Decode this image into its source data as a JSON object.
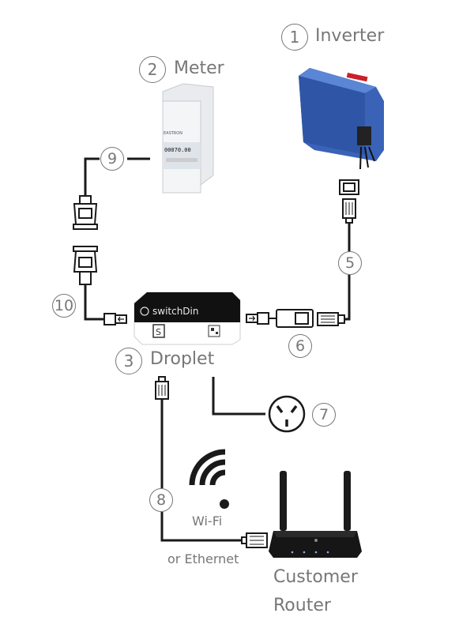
{
  "components": {
    "inverter": {
      "num": "1",
      "label": "Inverter"
    },
    "meter": {
      "num": "2",
      "label": "Meter",
      "brand_text": "EASTRON",
      "display_text": "00070.00"
    },
    "droplet": {
      "num": "3",
      "label": "Droplet",
      "brand_text": "switchDin"
    },
    "router": {
      "label_line1": "Customer",
      "label_line2": "Router"
    }
  },
  "connections": {
    "c5": "5",
    "c6": "6",
    "c7": "7",
    "c8": "8",
    "c9": "9",
    "c10": "10"
  },
  "network": {
    "wifi_label": "Wi-Fi",
    "ethernet_label": "or Ethernet"
  },
  "colors": {
    "inverter_blue": "#3a63b8",
    "line": "#1a1a1a",
    "label_gray": "#777777"
  }
}
